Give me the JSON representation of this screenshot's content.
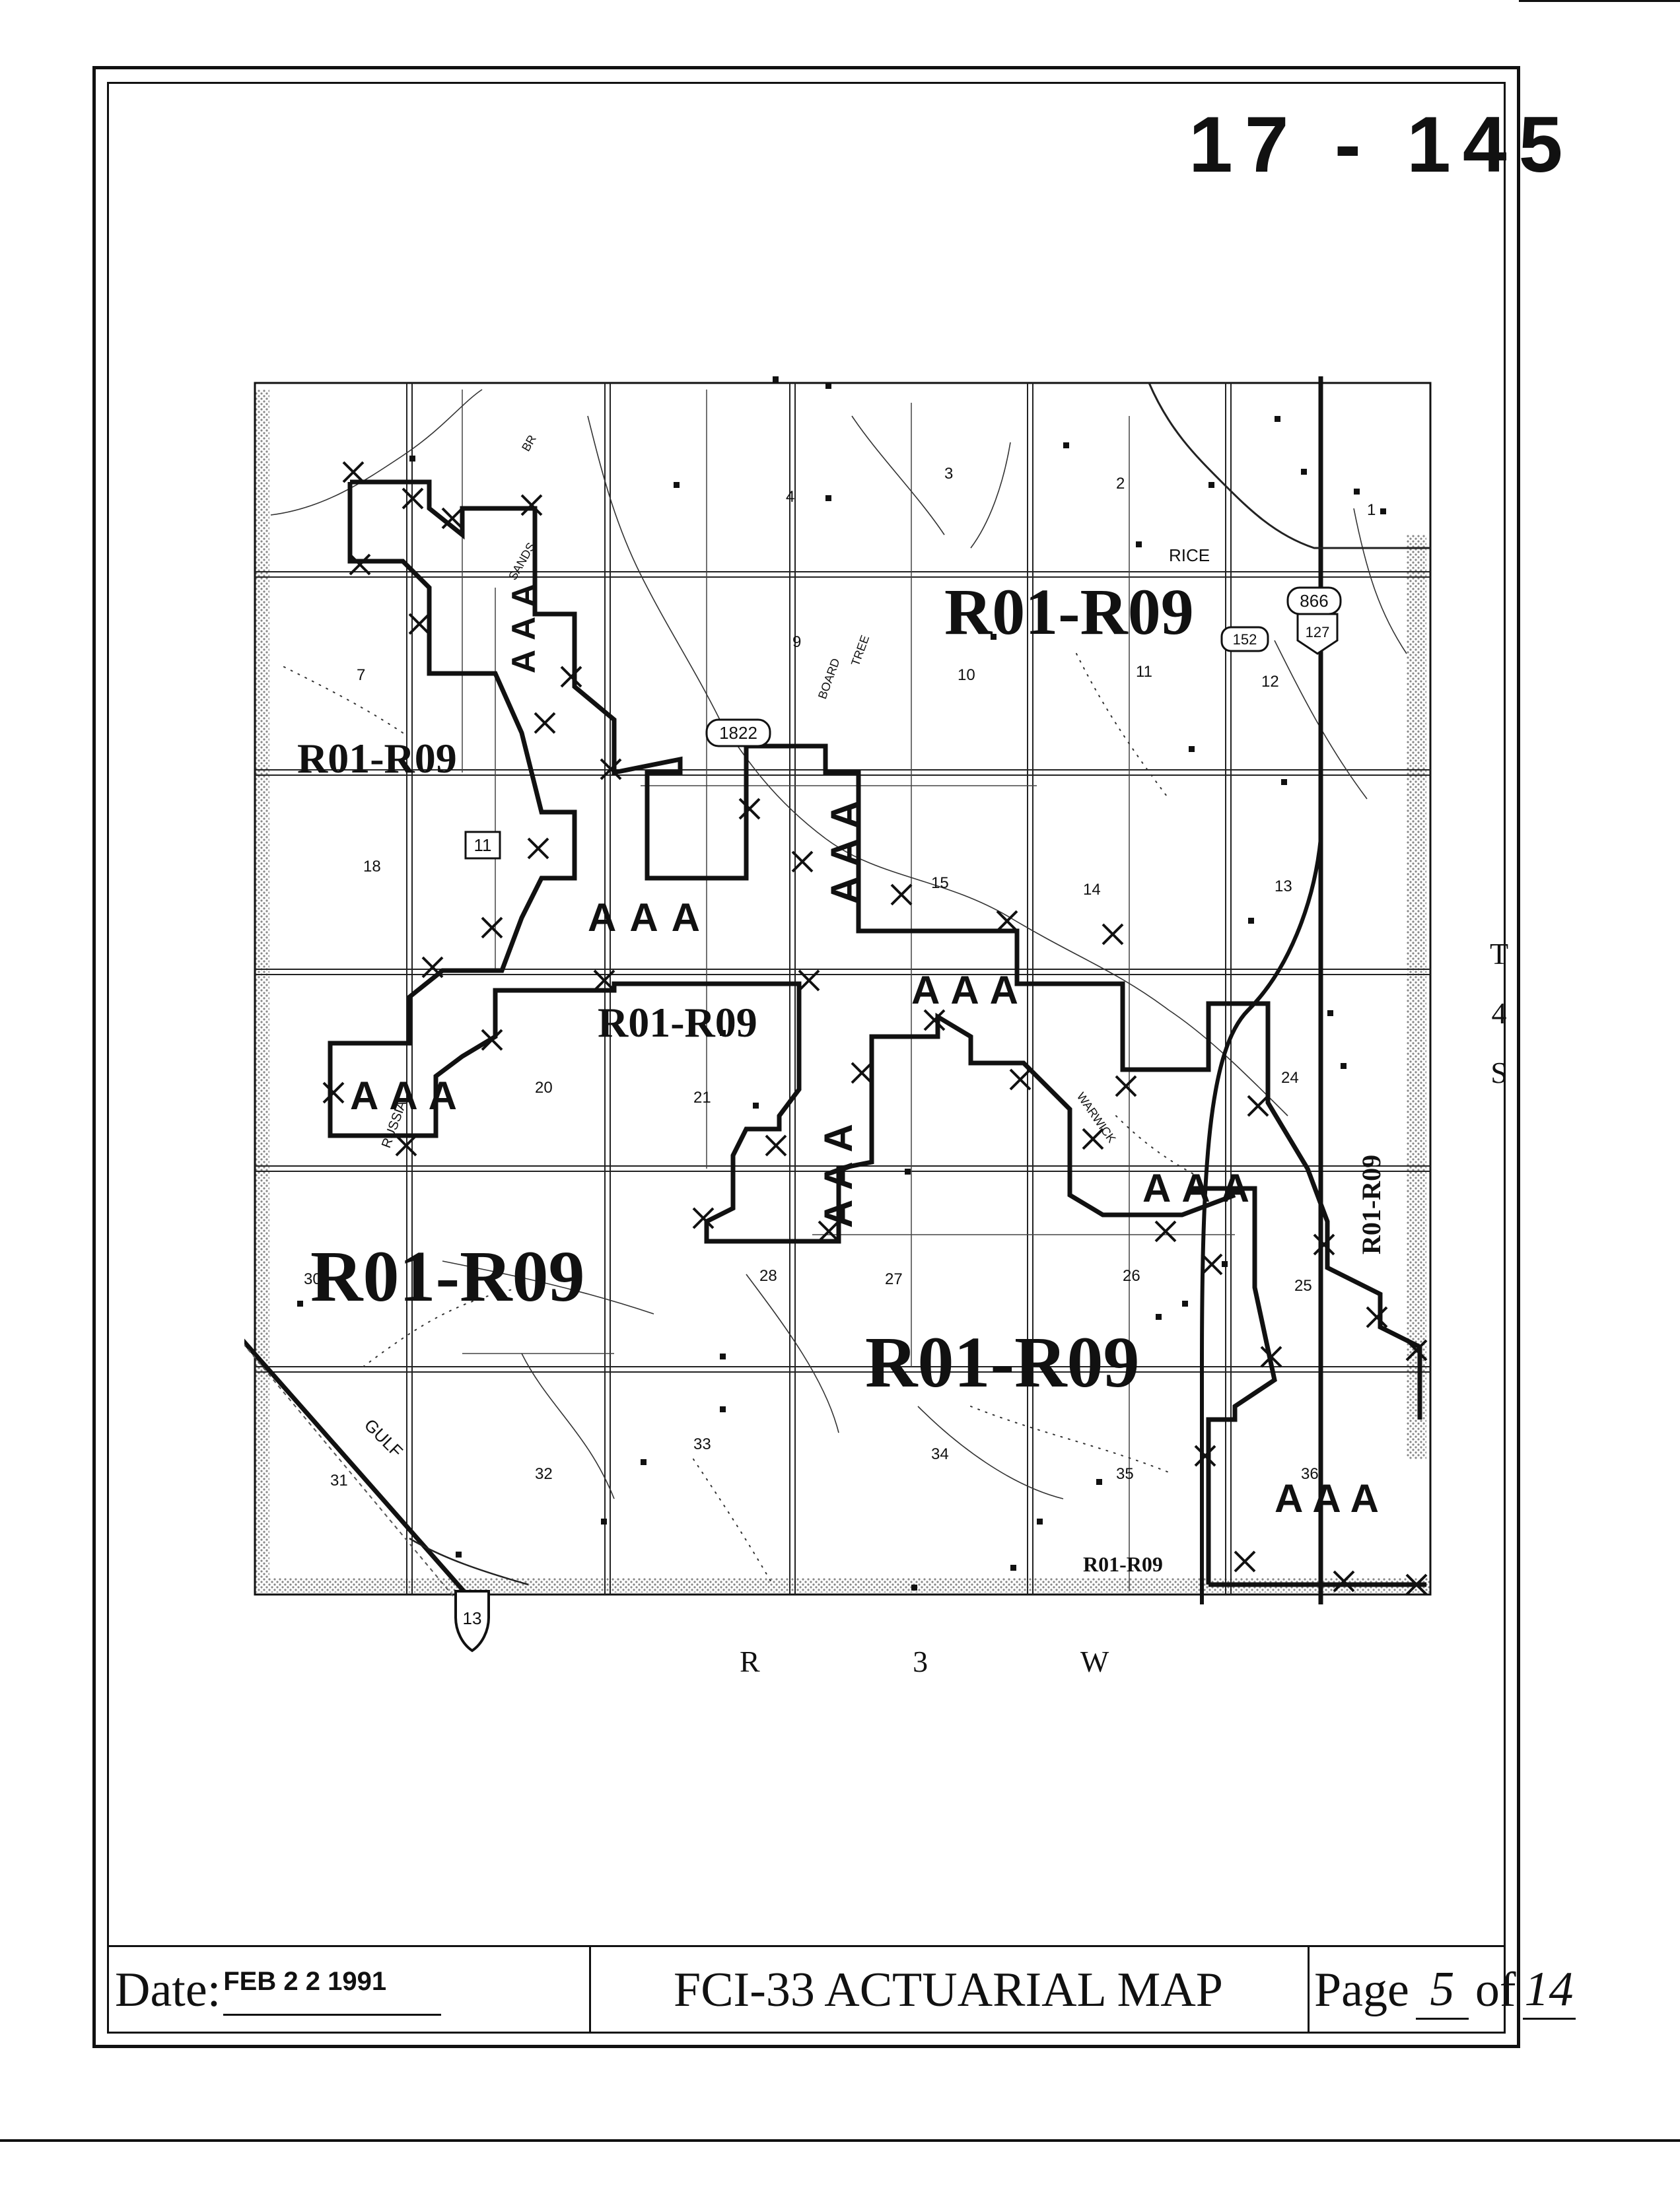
{
  "sheet_number": "17 - 145",
  "title_block": {
    "date_label": "Date:",
    "date_value": "FEB 2 2 1991",
    "map_title": "FCI-33 ACTUARIAL MAP",
    "page_label": "Page",
    "page_current": "5",
    "page_of": "of",
    "page_total": "14"
  },
  "township_label": [
    "T",
    "4",
    "S"
  ],
  "range_label": "R 3 W",
  "map": {
    "sections": [
      "1",
      "2",
      "3",
      "4",
      "7",
      "9",
      "10",
      "11",
      "12",
      "13",
      "14",
      "15",
      "18",
      "20",
      "21",
      "24",
      "25",
      "26",
      "27",
      "28",
      "30",
      "31",
      "32",
      "33",
      "34",
      "35",
      "36"
    ],
    "place_names": [
      "RICE",
      "GULF",
      "RUSSIA",
      "BR",
      "TREE",
      "BOARD",
      "SANDS",
      "WARWICK"
    ],
    "route_shields": [
      "1822",
      "11",
      "866",
      "127",
      "152",
      "13"
    ],
    "zone_labels": [
      "R01-R09",
      "AAA"
    ]
  },
  "colors": {
    "ink": "#111111",
    "stipple": "#9a9a9a",
    "paper": "#ffffff"
  }
}
